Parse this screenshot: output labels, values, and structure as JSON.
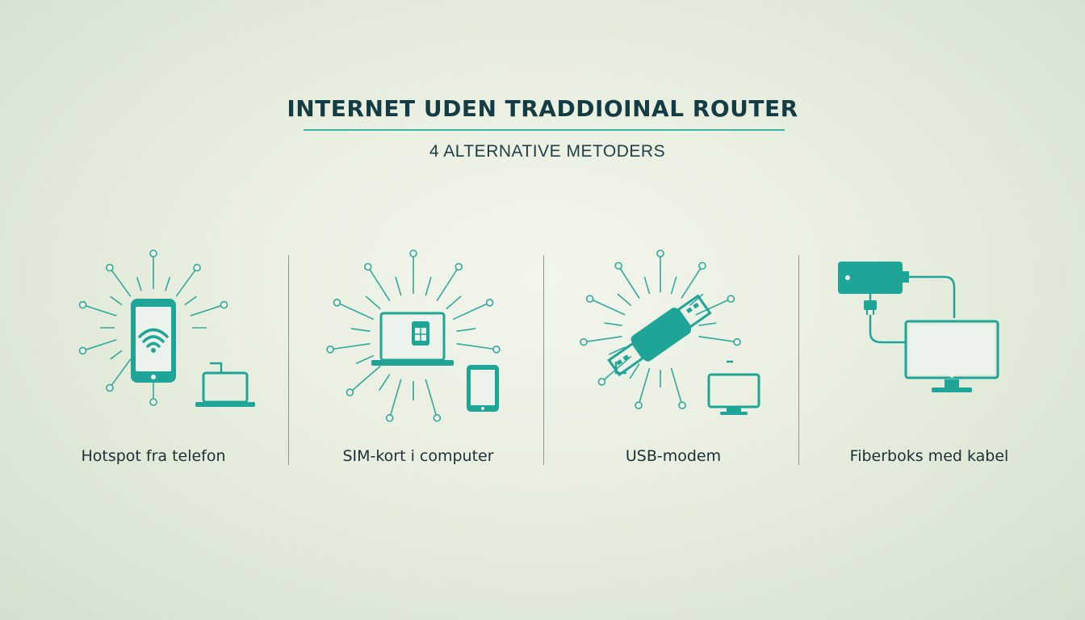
{
  "header": {
    "title": "INTERNET UDEN TRADDIOINAL ROUTER",
    "subtitle": "4 ALTERNATIVE METODERS"
  },
  "methods": [
    {
      "label": "Hotspot fra telefon",
      "icon": "phone-hotspot-icon"
    },
    {
      "label": "SIM-kort i computer",
      "icon": "laptop-sim-icon"
    },
    {
      "label": "USB-modem",
      "icon": "usb-modem-icon"
    },
    {
      "label": "Fiberboks med kabel",
      "icon": "fiber-box-icon"
    }
  ],
  "colors": {
    "accent": "#1fa598",
    "title": "#143c44",
    "background": "#e8eedf"
  }
}
